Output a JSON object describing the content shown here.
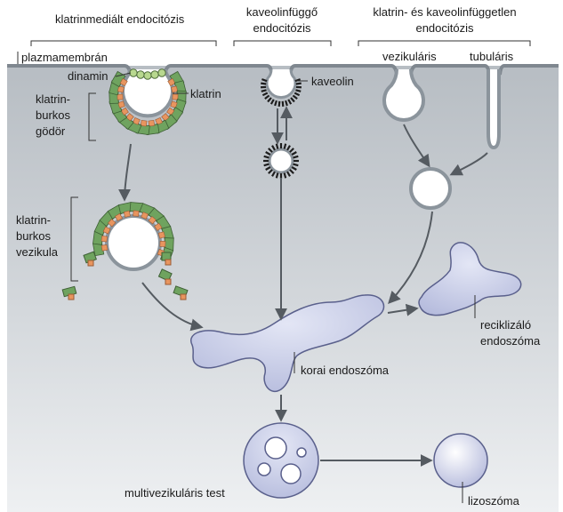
{
  "headers": {
    "clathrin_pathway": "klatrinmediált endocitózis",
    "caveolin_pathway_line1": "kaveolinfüggő",
    "caveolin_pathway_line2": "endocitózis",
    "independent_pathway_line1": "klatrin- és kaveolinfüggetlen",
    "independent_pathway_line2": "endocitózis"
  },
  "labels": {
    "plasma_membrane": "plazmamembrán",
    "dynamin": "dinamin",
    "clathrin": "klatrin",
    "coated_pit_line1": "klatrin-",
    "coated_pit_line2": "burkos",
    "coated_pit_line3": "gödör",
    "coated_vesicle_line1": "klatrin-",
    "coated_vesicle_line2": "burkos",
    "coated_vesicle_line3": "vezikula",
    "caveolin": "kaveolin",
    "vesicular": "vezikuláris",
    "tubular": "tubuláris",
    "early_endosome": "korai endoszóma",
    "recycling_endosome_line1": "reciklizáló",
    "recycling_endosome_line2": "endoszóma",
    "multivesicular_body": "multivezikuláris test",
    "lysosome": "lizoszóma"
  },
  "colors": {
    "cytoplasm": "#c9ced3",
    "membrane_lipid": "#8b949c",
    "clathrin_green": "#6fa35f",
    "adaptor_orange": "#e8955f",
    "endosome_fill": "#c9cde6",
    "arrow": "#555b61"
  }
}
